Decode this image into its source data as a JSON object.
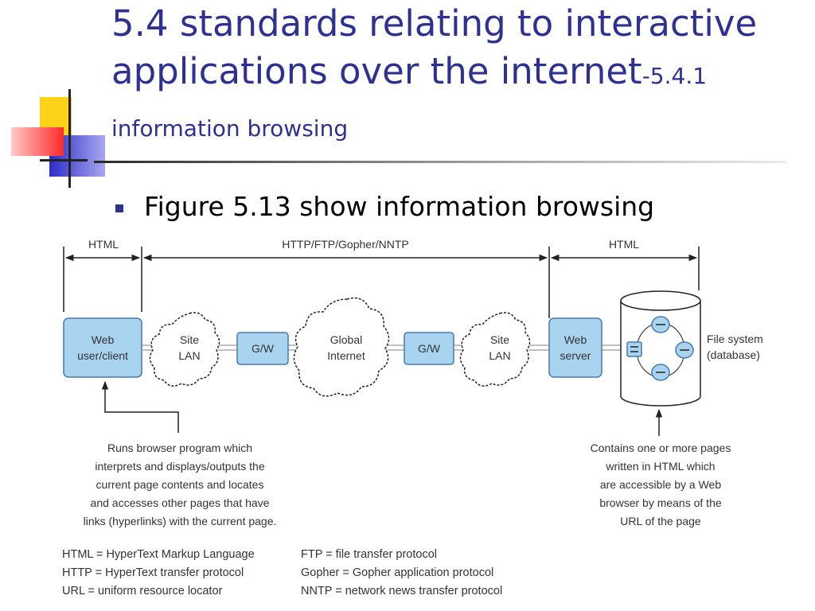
{
  "slide": {
    "title_main": "5.4 standards relating to interactive applications over the internet",
    "title_sub": "-5.4.1 information browsing",
    "bullet": "Figure 5.13 show information browsing"
  },
  "diagram": {
    "spans": {
      "left_html": "HTML",
      "middle": "HTTP/FTP/Gopher/NNTP",
      "right_html": "HTML"
    },
    "nodes": {
      "client_line1": "Web",
      "client_line2": "user/client",
      "site_lan1_line1": "Site",
      "site_lan1_line2": "LAN",
      "gw1": "G/W",
      "internet_line1": "Global",
      "internet_line2": "Internet",
      "gw2": "G/W",
      "site_lan2_line1": "Site",
      "site_lan2_line2": "LAN",
      "server_line1": "Web",
      "server_line2": "server",
      "fs_line1": "File system",
      "fs_line2": "(database)"
    },
    "notes": {
      "client": [
        "Runs browser program which",
        "interprets and displays/outputs the",
        "current page contents and locates",
        "and accesses other pages that have",
        "links (hyperlinks) with the current page."
      ],
      "server": [
        "Contains one or more pages",
        "written in HTML which",
        "are accessible by a Web",
        "browser by means of the",
        "URL of the page"
      ]
    },
    "legend": {
      "left": [
        "HTML = HyperText Markup Language",
        "HTTP = HyperText transfer protocol",
        "URL = uniform resource locator"
      ],
      "right": [
        "FTP = file transfer protocol",
        "Gopher = Gopher application protocol",
        "NNTP = network news transfer protocol"
      ]
    }
  },
  "colors": {
    "title": "#2e3192",
    "box_fill": "#a9d4f0",
    "box_stroke": "#4a78b0"
  }
}
